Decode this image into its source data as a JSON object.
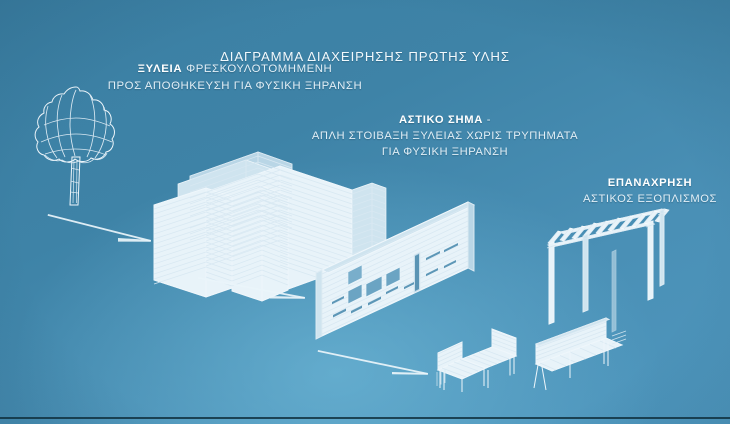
{
  "title": "ΔΙΑΓΡΑΜΜΑ ΔΙΑΧΕΙΡΗΣΗΣ ΠΡΩΤΗΣ ΥΛΗΣ",
  "labels": {
    "timber": {
      "heading": "ΞΥΛΕΙΑ",
      "line1_rest": "ΦΡΕΣΚΟΥΛΟΤΟΜΗΜΕΝΗ",
      "line2": "ΠΡΟΣ ΑΠΟΘΗΚΕΥΣΗ ΓΙΑ ΦΥΣΙΚΗ ΞΗΡΑΝΣΗ"
    },
    "sign": {
      "heading": "ΑΣΤΙΚΟ ΣΗΜΑ",
      "heading_rest": "-",
      "line2": "ΑΠΛΗ ΣΤΟΙΒΑΞΗ ΞΥΛΕΙΑΣ ΧΩΡΙΣ ΤΡΥΠΗΜΑΤΑ",
      "line3": "ΓΙΑ ΦΥΣΙΚΗ ΞΗΡΑΝΣΗ"
    },
    "reuse": {
      "heading": "ΕΠΑΝΑΧΡΗΣΗ",
      "line2": "ΑΣΤΙΚΟΣ ΕΞΟΠΛΙΣΜΟΣ"
    }
  },
  "illustrations": {
    "tree": "tree-illustration",
    "lumber_stacks": "stacked-lumber-illustration",
    "slatted_wall": "slatted-wall-panel-illustration",
    "pergola": "pergola-illustration",
    "corner_bench": "corner-bench-illustration",
    "long_bench": "long-bench-illustration"
  },
  "arrows": {
    "a1": "arrow-tree-to-lumber",
    "a2": "arrow-lumber-to-wall",
    "a3": "arrow-wall-to-furniture"
  },
  "colors": {
    "background_dark": "#3b7fa3",
    "background_light": "#4e96bd",
    "line": "#eef6fb",
    "text": "#eaf4fa"
  }
}
